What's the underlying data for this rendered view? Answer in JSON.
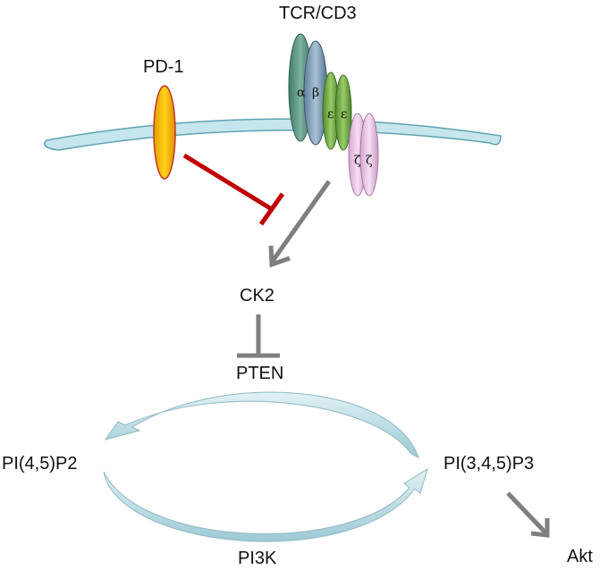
{
  "labels": {
    "tcr_cd3": "TCR/CD3",
    "pd1": "PD-1",
    "ck2": "CK2",
    "pten": "PTEN",
    "pi45p2": "PI(4,5)P2",
    "pi345p3": "PI(3,4,5)P3",
    "pi3k": "PI3K",
    "akt": "Akt"
  },
  "subunits": {
    "alpha": "α",
    "beta": "β",
    "epsilon": "ε",
    "zeta": "ζ"
  },
  "colors": {
    "membrane": "#c5e6ec",
    "membrane_stroke": "#5fa3b2",
    "pd1_fill": "#f7b500",
    "pd1_stroke": "#c0392b",
    "inhibition_red": "#c00000",
    "arrow_gray": "#7f7f7f",
    "cycle_fill": "#c6e3e9",
    "cycle_stroke": "#8fb8c2"
  }
}
